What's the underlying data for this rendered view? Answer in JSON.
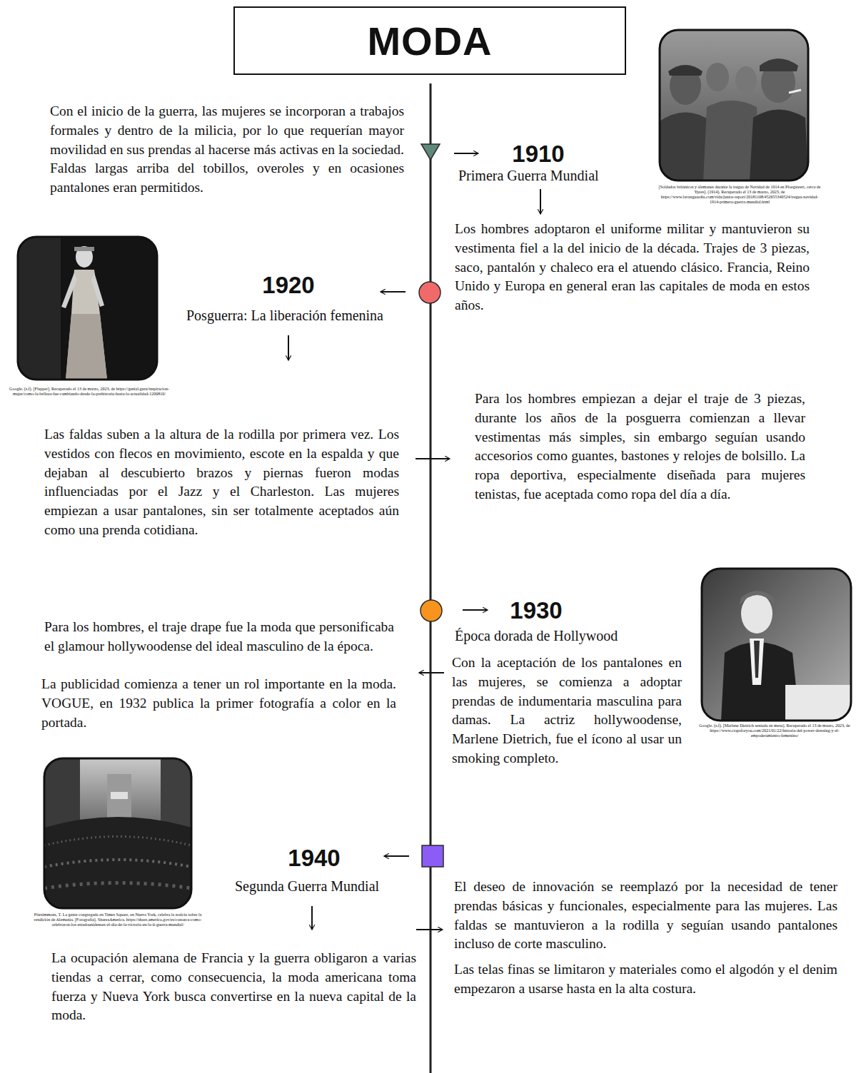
{
  "diagram": {
    "title": "MODA",
    "labels": [
      "1910",
      "Primera Guerra Mundial",
      "Con el inicio de la guerra, las mujeres se incorporan a trabajos formales y dentro de la milicia, por lo que requerían mayor movilidad en sus prendas al hacerse más activas en la sociedad. Faldas largas arriba del tobillos, overoles y en ocasiones pantalones eran permitidos.",
      "Los hombres adoptaron el uniforme militar y mantuvieron su vestimenta fiel a la del inicio de la década. Trajes de 3 piezas, saco, pantalón y chaleco era el atuendo clásico. Francia, Reino Unido y Europa en general eran las capitales de moda en estos años.",
      "[Soldados británicos y alemanes durante la tregua de Navidad de 1914 en Ploegsteert, cerca de Ypres]. (1914). Recuperado el 13 de marzo, 2023, de https://www.lavanguardia.com/vida/junior-report/20181108/452655340524/tregua-navidad-1914-primera-guerra-mundial.html",
      "1920",
      "Posguerra: La liberación femenina",
      "Google. (s.f). [Flapper]. Recuperado el 13 de marzo, 2023, de https://genial.guru/inspiracion-mujer/como-la-belleza-fue-cambiando-desde-la-prehistoria-hasta-la-actualidad-1200810/",
      "Las faldas suben a la altura de la rodilla por primera vez. Los vestidos con flecos en movimiento, escote en la espalda y que dejaban al descubierto brazos y piernas fueron modas influenciadas por el Jazz y el Charleston. Las mujeres empiezan a usar pantalones, sin ser totalmente aceptados aún como una prenda cotidiana.",
      "Para los hombres empiezan a dejar el traje de 3 piezas, durante los años de la posguerra comienzan a llevar vestimentas más simples, sin embargo seguían usando accesorios como guantes, bastones y relojes de bolsillo. La ropa deportiva, especialmente diseñada para mujeres tenistas, fue aceptada como ropa del día a día.",
      "1930",
      "Época dorada de Hollywood",
      "Para los hombres, el traje drape fue la moda que personificaba el glamour hollywoodense del ideal masculino de la época.",
      "La publicidad comienza a tener un rol importante en la moda. VOGUE, en 1932 publica la primer fotografía a color en la portada.",
      "Con la aceptación de los pantalones en las mujeres, se comienza a adoptar prendas de indumentaria masculina para damas. La actriz hollywoodense, Marlene Dietrich, fue el ícono al usar un smoking completo.",
      "Google. (s.f). [Marlene Dietrich sentada en mesa]. Recuperado el 13 de marzo, 2023, de https://www.crapsforyou.com/2021/01/22/historia-del-power-dressing-y-el-empoderamiento-femenino/",
      "Fitzsimmons, T. La gente congregada en Times Square, en Nueva York, celebra la noticia sobre la rendición de Alemania. [Fotografía]. ShareaAmerica. https://share.america.gov/es/conozca-como-celebraron-los-estadounidenses-el-dia-de-la-victoria-en-la-ii-guerra-mundial/",
      "1940",
      "Segunda Guerra Mundial",
      "El deseo de innovación se reemplazó por la necesidad de tener prendas básicas y funcionales, especialmente para las mujeres. Las faldas se mantuvieron a la rodilla y seguían usando pantalones incluso de corte masculino.",
      "Las telas finas se limitaron y materiales como el algodón y el denim empezaron a usarse hasta en la alta costura.",
      "La ocupación alemana de Francia y la guerra obligaron a varias tiendas a cerrar, como consecuencia, la moda americana toma fuerza y Nueva York busca convertirse en la nueva capital de la moda."
    ]
  }
}
